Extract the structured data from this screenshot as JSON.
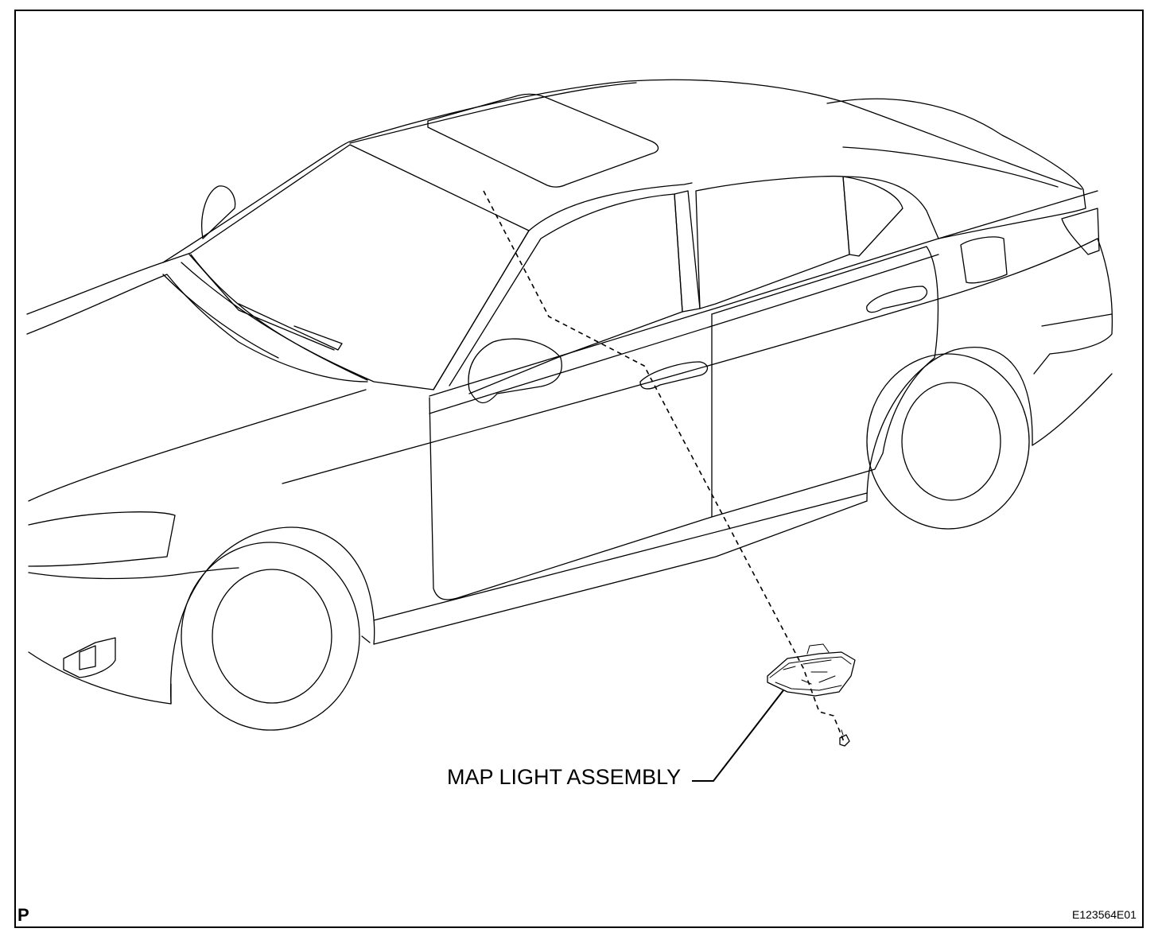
{
  "callout": {
    "part_label": "MAP LIGHT ASSEMBLY"
  },
  "footer": {
    "corner_letter": "P",
    "figure_id": "E123564E01"
  },
  "colors": {
    "line": "#000000",
    "background": "#ffffff"
  }
}
